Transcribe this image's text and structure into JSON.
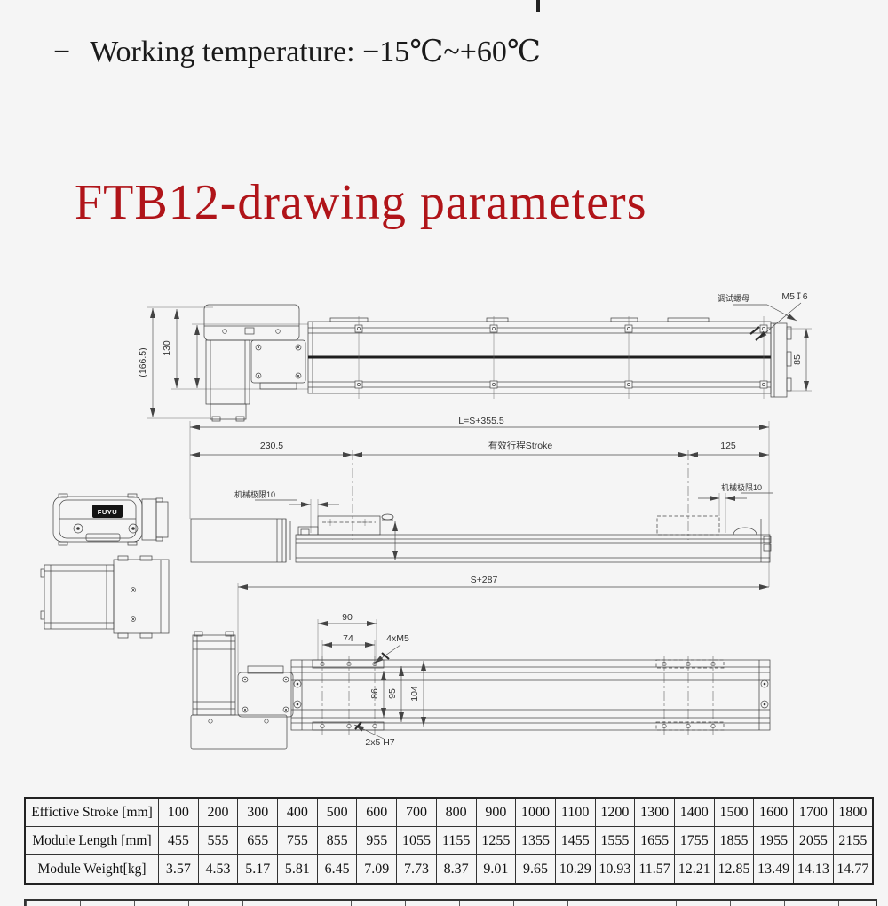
{
  "bullet": {
    "marker": "−",
    "text": "Working temperature: −15℃~+60℃"
  },
  "heading": {
    "text": "FTB12-drawing parameters",
    "color": "#b01419"
  },
  "drawing": {
    "brand": "FUYU",
    "dims": {
      "overall_height": "(166.5)",
      "motor_height": "130",
      "rail_width": "85",
      "thread_note": "M5↧6",
      "cn_note": "调试螺母",
      "total_length": "L=S+355.5",
      "motor_end": "230.5",
      "stroke": "有效行程Stroke",
      "idle_end": "125",
      "mech_limit_left": "机械极限10",
      "mech_limit_right": "机械极限10",
      "body_length": "S+287",
      "carriage_width": "90",
      "hole_span": "74",
      "mount_holes": "4xM5",
      "width_1": "86",
      "width_2": "95",
      "width_3": "104",
      "pin_holes": "2x5 H7"
    }
  },
  "table": {
    "rows": [
      {
        "label": "Effictive Stroke [mm]",
        "values": [
          "100",
          "200",
          "300",
          "400",
          "500",
          "600",
          "700",
          "800",
          "900",
          "1000",
          "1100",
          "1200",
          "1300",
          "1400",
          "1500",
          "1600",
          "1700",
          "1800"
        ]
      },
      {
        "label": "Module Length [mm]",
        "values": [
          "455",
          "555",
          "655",
          "755",
          "855",
          "955",
          "1055",
          "1155",
          "1255",
          "1355",
          "1455",
          "1555",
          "1655",
          "1755",
          "1855",
          "1955",
          "2055",
          "2155"
        ]
      },
      {
        "label": "Module Weight[kg]",
        "values": [
          "3.57",
          "4.53",
          "5.17",
          "5.81",
          "6.45",
          "7.09",
          "7.73",
          "8.37",
          "9.01",
          "9.65",
          "10.29",
          "10.93",
          "11.57",
          "12.21",
          "12.85",
          "13.49",
          "14.13",
          "14.77"
        ]
      }
    ]
  }
}
